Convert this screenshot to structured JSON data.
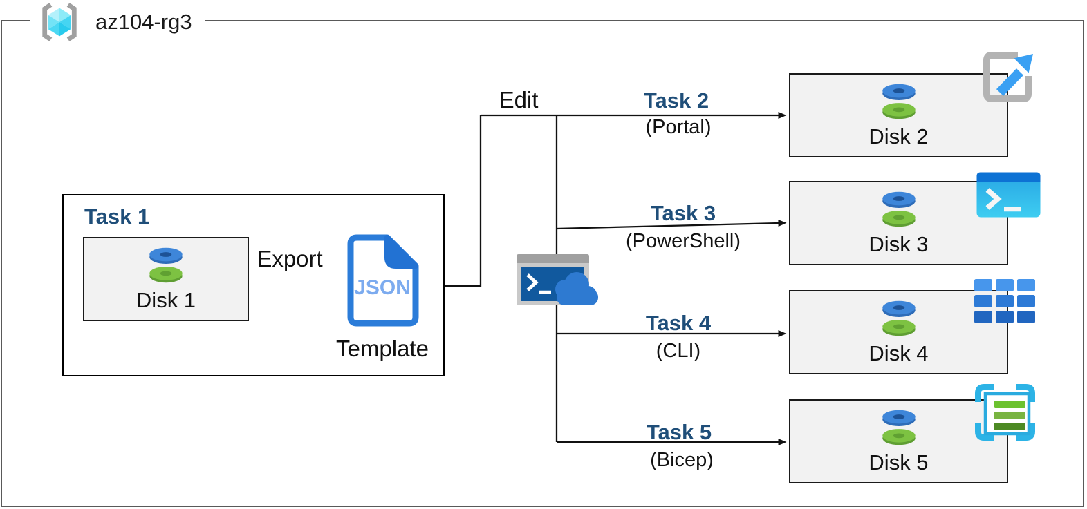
{
  "header": {
    "resource_group_name": "az104-rg3",
    "icon": "resource-group-icon"
  },
  "task1_group": {
    "title": "Task 1",
    "disk": {
      "label": "Disk 1",
      "icon": "managed-disk-icon"
    }
  },
  "flow": {
    "export_label": "Export",
    "edit_label": "Edit",
    "template": {
      "badge_text": "JSON",
      "caption": "Template",
      "icon": "json-file-icon"
    },
    "cloud_shell_icon": "cloud-shell-icon"
  },
  "branches": [
    {
      "task_label": "Task 2",
      "method_label": "(Portal)",
      "disk_label": "Disk 2",
      "tool_icon": "azure-portal-icon"
    },
    {
      "task_label": "Task 3",
      "method_label": "(PowerShell)",
      "disk_label": "Disk 3",
      "tool_icon": "powershell-icon"
    },
    {
      "task_label": "Task 4",
      "method_label": "(CLI)",
      "disk_label": "Disk 4",
      "tool_icon": "azure-cli-icon"
    },
    {
      "task_label": "Task 5",
      "method_label": "(Bicep)",
      "disk_label": "Disk 5",
      "tool_icon": "arm-template-icon"
    }
  ],
  "colors": {
    "task_heading": "#1f4e79",
    "box_fill": "#f2f2f2",
    "box_border": "#000000",
    "outer_border": "#595959",
    "connector": "#111111",
    "json_blue": "#2b7cd9",
    "json_text": "#7cabef",
    "disk_blue": "#3e86d9",
    "disk_green": "#7dc242",
    "cyan_cube": "#4cd8f3"
  }
}
